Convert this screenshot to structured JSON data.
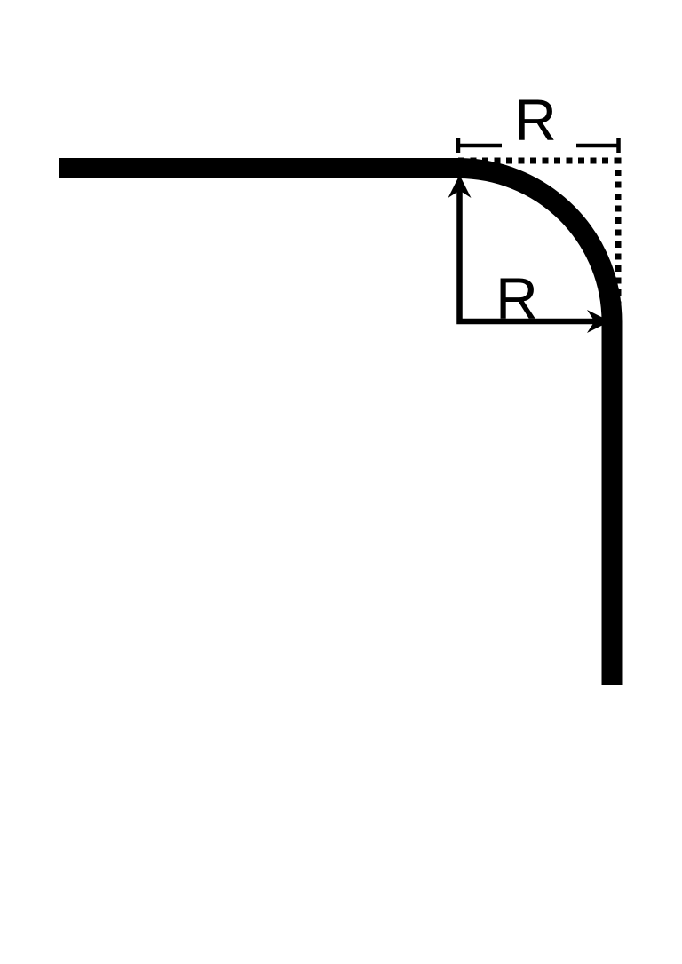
{
  "diagram": {
    "type": "technical-dimension-drawing",
    "subject": "rounded-corner-radius",
    "labels": {
      "top_radius": "R",
      "inner_radius": "R"
    },
    "colors": {
      "ink": "#000000",
      "background": "#ffffff"
    }
  }
}
